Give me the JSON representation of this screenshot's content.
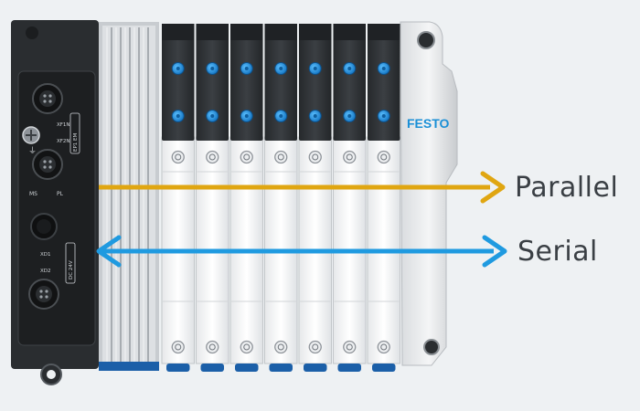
{
  "labels": {
    "parallel": "Parallel",
    "serial": "Serial"
  },
  "brand": {
    "logo_text": "FESTO",
    "logo_color": "#1a8fd6"
  },
  "module_text": {
    "port_a_top": "XF1N",
    "port_a_bottom": "XF2N",
    "port_a_side": "EP1 EM",
    "status_left": "MS",
    "status_right": "PL",
    "port_b_top": "XD1",
    "port_b_bottom": "XD2",
    "port_b_side": "DC 24V"
  },
  "colors": {
    "parallel_arrow": "#e0a611",
    "serial_arrow": "#1f9ae0",
    "background": "#eef1f3"
  },
  "valve_count": 7
}
